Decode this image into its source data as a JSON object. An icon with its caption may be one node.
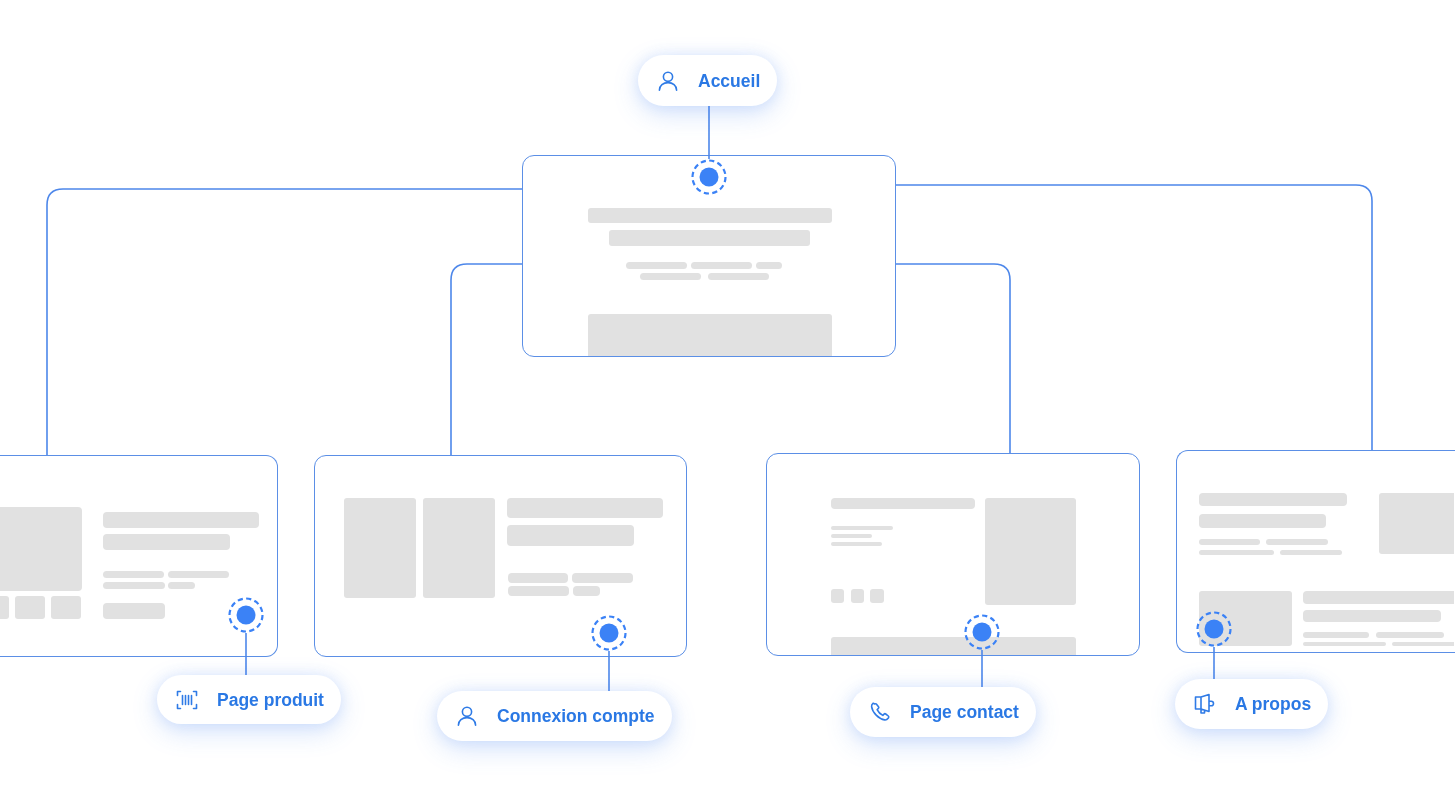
{
  "diagram": {
    "nodes": [
      {
        "text": [
          "Accueil"
        ]
      },
      {
        "text": [],
        "shape": "box"
      },
      {
        "text": [],
        "shape": "circle",
        "in": 1
      },
      {
        "text": [],
        "shape": "box"
      },
      {
        "text": [],
        "shape": "circle",
        "in": 3
      },
      {
        "text": [
          "Page produit"
        ]
      },
      {
        "text": [],
        "shape": "box"
      },
      {
        "text": [],
        "shape": "circle",
        "in": 6
      },
      {
        "text": [
          "Connexion compte"
        ]
      },
      {
        "text": [],
        "shape": "box"
      },
      {
        "text": [],
        "shape": "circle",
        "in": 9
      },
      {
        "text": [
          "Page contact"
        ]
      },
      {
        "text": [],
        "shape": "box"
      },
      {
        "text": [],
        "shape": "circle",
        "in": 12
      },
      {
        "text": [
          "A propos"
        ]
      }
    ],
    "edges": [
      {
        "from": 0,
        "to": 2,
        "arrow": "none"
      },
      {
        "from": 1,
        "to": 3,
        "arrow": "none"
      },
      {
        "from": 1,
        "to": 6,
        "arrow": "none"
      },
      {
        "from": 1,
        "to": 9,
        "arrow": "none"
      },
      {
        "from": 1,
        "to": 12,
        "arrow": "none"
      },
      {
        "from": 5,
        "to": 4,
        "arrow": "none"
      },
      {
        "from": 8,
        "to": 7,
        "arrow": "none"
      },
      {
        "from": 11,
        "to": 10,
        "arrow": "none"
      },
      {
        "from": 14,
        "to": 13,
        "arrow": "none"
      }
    ]
  }
}
